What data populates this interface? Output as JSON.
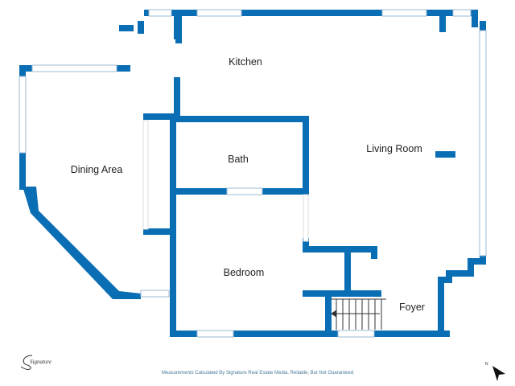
{
  "rooms": {
    "kitchen": "Kitchen",
    "living_room": "Living Room",
    "dining_area": "Dining Area",
    "bath": "Bath",
    "bedroom": "Bedroom",
    "foyer": "Foyer"
  },
  "footer": {
    "disclaimer": "Measurements Calculated By Signature Real Estate Media. Reliable, But Not Guaranteed",
    "logo_text": "Signature"
  },
  "compass": {
    "label": "N",
    "icon": "north-arrow-icon"
  },
  "colors": {
    "wall": "#0a6eb4"
  }
}
